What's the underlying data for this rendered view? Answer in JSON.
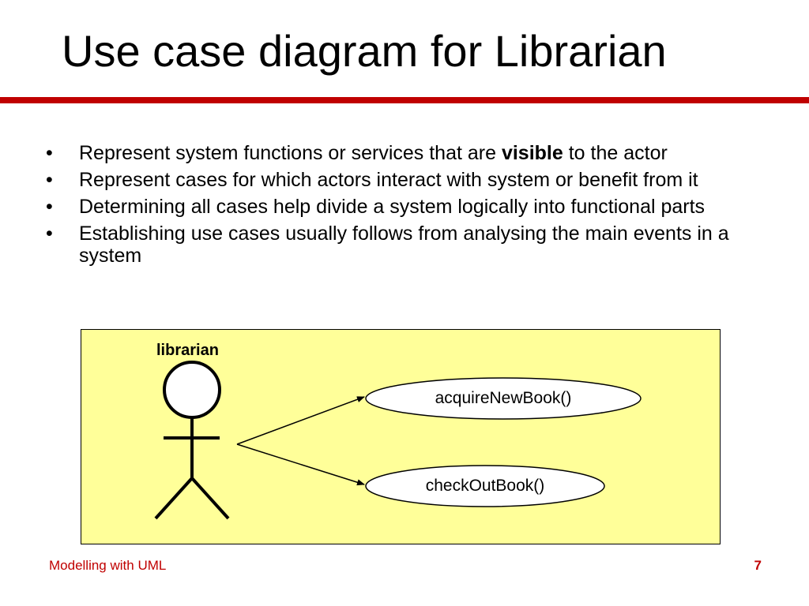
{
  "slide": {
    "title": "Use case diagram for Librarian",
    "accent_color": "#c00000",
    "diagram_fill": "#ffff99",
    "bullets": [
      {
        "bullet": "•",
        "pre": "Represent system functions or services that are ",
        "bold": "visible",
        "post": " to the actor"
      },
      {
        "bullet": "•",
        "pre": "Represent cases for which actors interact with system or benefit from it",
        "bold": "",
        "post": ""
      },
      {
        "bullet": "•",
        "pre": "Determining all cases help divide a system logically into functional parts",
        "bold": "",
        "post": ""
      },
      {
        "bullet": "•",
        "pre": "Establishing use cases usually follows from analysing the main events in a system",
        "bold": "",
        "post": ""
      }
    ],
    "diagram": {
      "actor": "librarian",
      "use_cases": [
        {
          "label": "acquireNewBook()"
        },
        {
          "label": "checkOutBook()"
        }
      ]
    },
    "footer": {
      "left": "Modelling with UML",
      "page_number": "7"
    }
  }
}
